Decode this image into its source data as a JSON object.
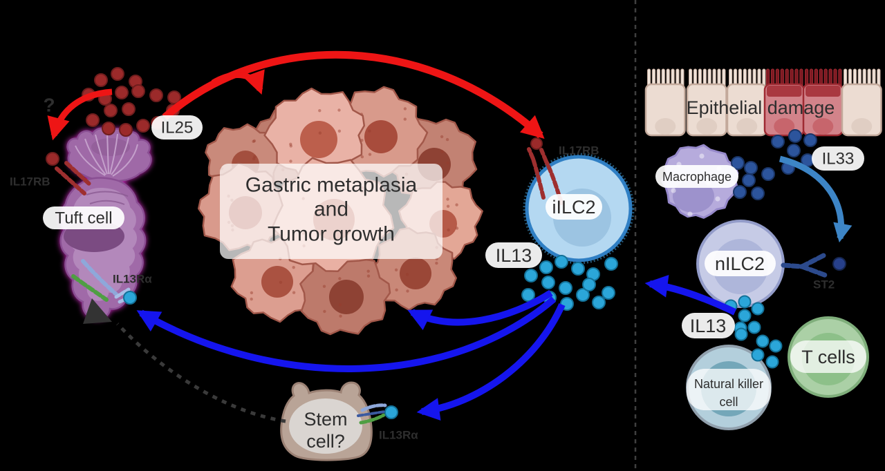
{
  "diagram": {
    "left_panel": {
      "il25_label": "IL25",
      "question_mark": "?",
      "tuft_cell": {
        "label": "Tuft cell",
        "receptor_top": "IL17RB",
        "receptor_bottom": "IL13Rα"
      },
      "tumor": {
        "line1": "Gastric metaplasia",
        "line2": "and",
        "line3": "Tumor growth"
      },
      "iilc2": {
        "label": "iILC2",
        "receptor": "IL17RB",
        "cytokine_label": "IL13"
      },
      "stem_cell": {
        "line1": "Stem",
        "line2": "cell?",
        "receptor": "IL13Rα"
      }
    },
    "right_panel": {
      "epithelium_label": "Epithelial damage",
      "macrophage_label": "Macrophage",
      "il33_label": "IL33",
      "nilc2": {
        "label": "nILC2",
        "receptor": "ST2"
      },
      "il13_label": "IL13",
      "nk_cell": {
        "line1": "Natural killer",
        "line2": "cell"
      },
      "t_cells_label": "T cells"
    },
    "colors": {
      "background": "#000000",
      "red_arrow": "#ee1515",
      "blue_arrow": "#1515ee",
      "il33_arrow": "#3d85c6",
      "il25_dot": "#9b2a2a",
      "il13_dot": "#2ba6d9",
      "il33_dot": "#2c549c",
      "tuft_cell_purple": "#a06aa8",
      "tumor_pink": "#e9b0a3",
      "tumor_border": "#a2584a",
      "iilc2_fill": "#b4d8f1",
      "iilc2_border": "#2f7fc4",
      "nilc2_fill": "#c6cbe6",
      "nilc2_border": "#939cc9",
      "nk_fill": "#b3cfdc",
      "nk_border": "#91a0ad",
      "t_cell_fill": "#abd0a6",
      "t_cell_border": "#7fae7b",
      "macrophage_fill": "#b6abdc",
      "macrophage_border": "#9689ca",
      "epithelium_beige": "#ecdcd2",
      "epithelium_damaged": "#d2838a",
      "stem_cell_tan": "#b9a497"
    }
  }
}
